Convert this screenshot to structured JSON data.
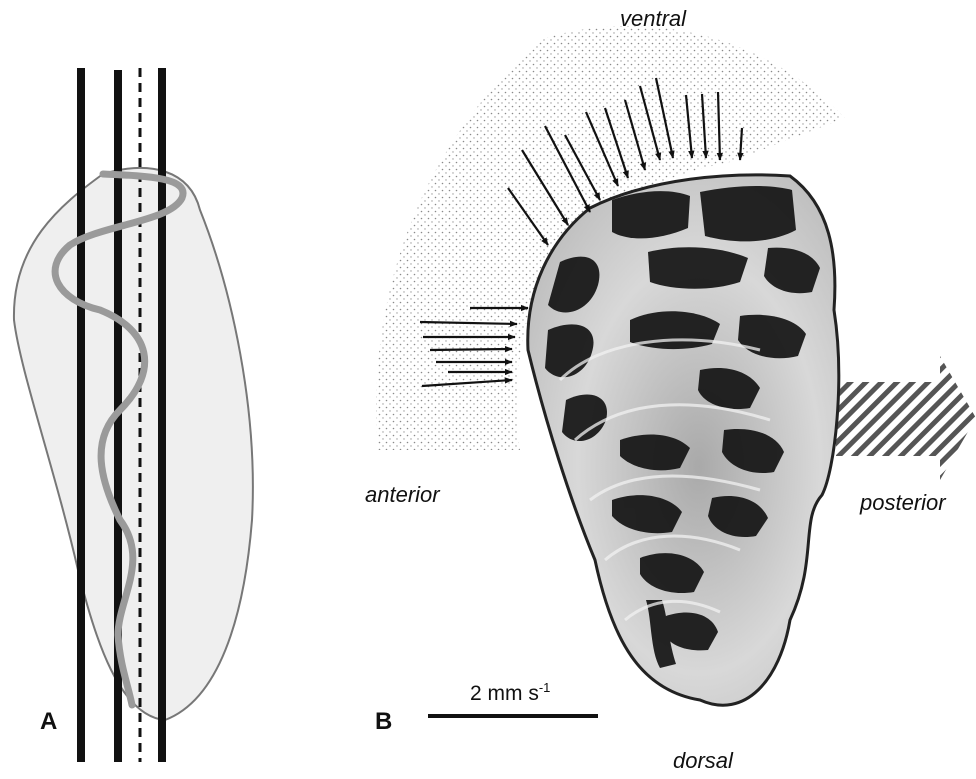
{
  "panel_a": {
    "letter": "A"
  },
  "panel_b": {
    "letter": "B",
    "orientation": {
      "ventral": "ventral",
      "dorsal": "dorsal",
      "anterior": "anterior",
      "posterior": "posterior"
    },
    "scale_bar": {
      "value": "2 mm s",
      "superscript": "-1"
    }
  }
}
